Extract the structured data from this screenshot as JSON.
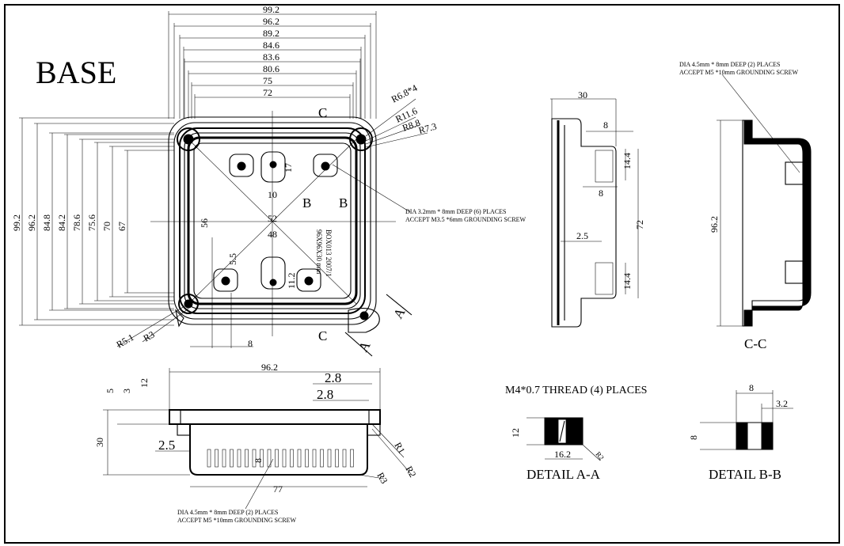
{
  "title": "BASE",
  "section_letters": {
    "c": "C",
    "b": "B",
    "a": "A"
  },
  "top_view": {
    "width_dims": [
      "99.2",
      "96.2",
      "89.2",
      "84.6",
      "83.6",
      "80.6",
      "75",
      "72"
    ],
    "height_dims": [
      "99.2",
      "96.2",
      "84.8",
      "84.2",
      "78.6",
      "75.6",
      "70",
      "67"
    ],
    "radii": [
      "R6.8*4",
      "R11.6",
      "R8.8",
      "R7.3"
    ],
    "radii_bottom": [
      "R5.1",
      "R3"
    ],
    "inner_dims": [
      "17",
      "10",
      "56",
      "52",
      "48",
      "5.5",
      "11.2",
      "8"
    ],
    "mold_text": [
      "BOX013 2007/1",
      "96X96X30 mm"
    ],
    "hole_note": [
      "DIA 3.2mm * 8mm DEEP (6) PLACES",
      "ACCEPT M3.5 *6mm GROUNDING SCREW"
    ]
  },
  "side_view": {
    "dims": [
      "30",
      "8",
      "14.4",
      "8",
      "2.5",
      "72",
      "14.4"
    ]
  },
  "section_cc": {
    "note": [
      "DIA 4.5mm * 8mm DEEP (2) PLACES",
      "ACCEPT M5 *10mm GROUNDING SCREW"
    ],
    "dim": "96.2",
    "label": "C-C"
  },
  "front_view": {
    "dims": [
      "96.2",
      "2.8",
      "2.8",
      "5",
      "3",
      "12",
      "30",
      "2.5",
      "8",
      "77",
      "R1",
      "R2",
      "R3"
    ],
    "note": [
      "DIA 4.5mm * 8mm DEEP (2) PLACES",
      "ACCEPT M5 *10mm GROUNDING SCREW"
    ]
  },
  "detail_aa": {
    "title": "M4*0.7 THREAD (4) PLACES",
    "dims": [
      "12",
      "16.2",
      "R2"
    ],
    "label": "DETAIL A-A"
  },
  "detail_bb": {
    "dims": [
      "8",
      "3.2",
      "8"
    ],
    "label": "DETAIL B-B"
  }
}
